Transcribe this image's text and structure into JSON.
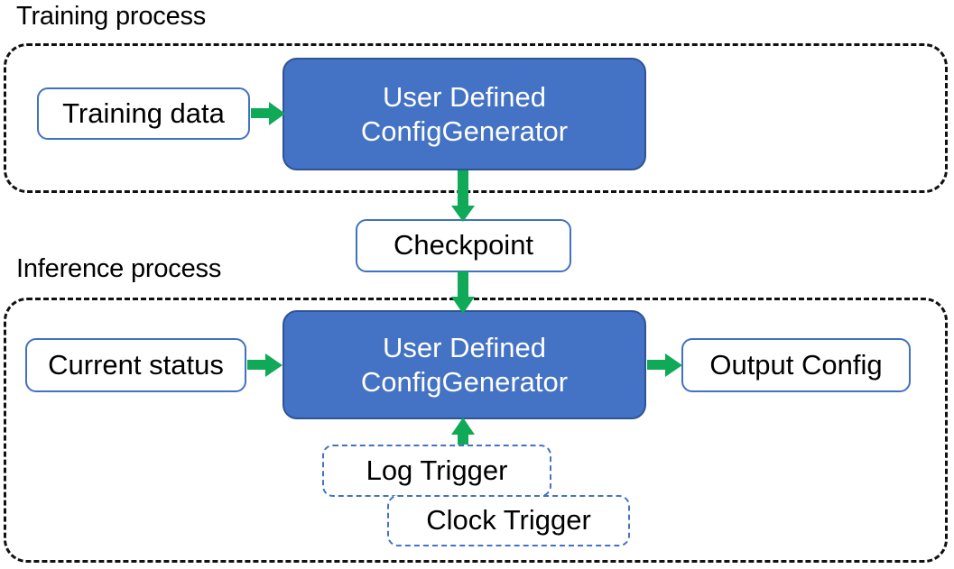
{
  "diagram": {
    "sections": [
      {
        "id": "training",
        "caption": "Training process"
      },
      {
        "id": "inference",
        "caption": "Inference process"
      }
    ],
    "nodes": {
      "training_data": "Training data",
      "generator_training_line1": "User Defined",
      "generator_training_line2": "ConfigGenerator",
      "checkpoint": "Checkpoint",
      "current_status": "Current status",
      "generator_inference_line1": "User Defined",
      "generator_inference_line2": "ConfigGenerator",
      "output_config": "Output Config",
      "log_trigger": "Log Trigger",
      "clock_trigger": "Clock Trigger"
    },
    "edges": [
      {
        "from": "training_data",
        "to": "generator_training",
        "direction": "right"
      },
      {
        "from": "generator_training",
        "to": "checkpoint",
        "direction": "down"
      },
      {
        "from": "checkpoint",
        "to": "generator_inference",
        "direction": "down"
      },
      {
        "from": "current_status",
        "to": "generator_inference",
        "direction": "right"
      },
      {
        "from": "generator_inference",
        "to": "output_config",
        "direction": "right"
      },
      {
        "from": "log_trigger",
        "to": "generator_inference",
        "direction": "up"
      }
    ],
    "colors": {
      "arrow_green": "#0FA958",
      "node_blue_fill": "#4472C4",
      "node_blue_stroke": "#2E5496",
      "node_outline_blue": "#3F72C0",
      "container_dash_black": "#111111",
      "background": "#FFFFFF",
      "text_dark": "#000000",
      "text_light": "#FFFFFF"
    }
  }
}
